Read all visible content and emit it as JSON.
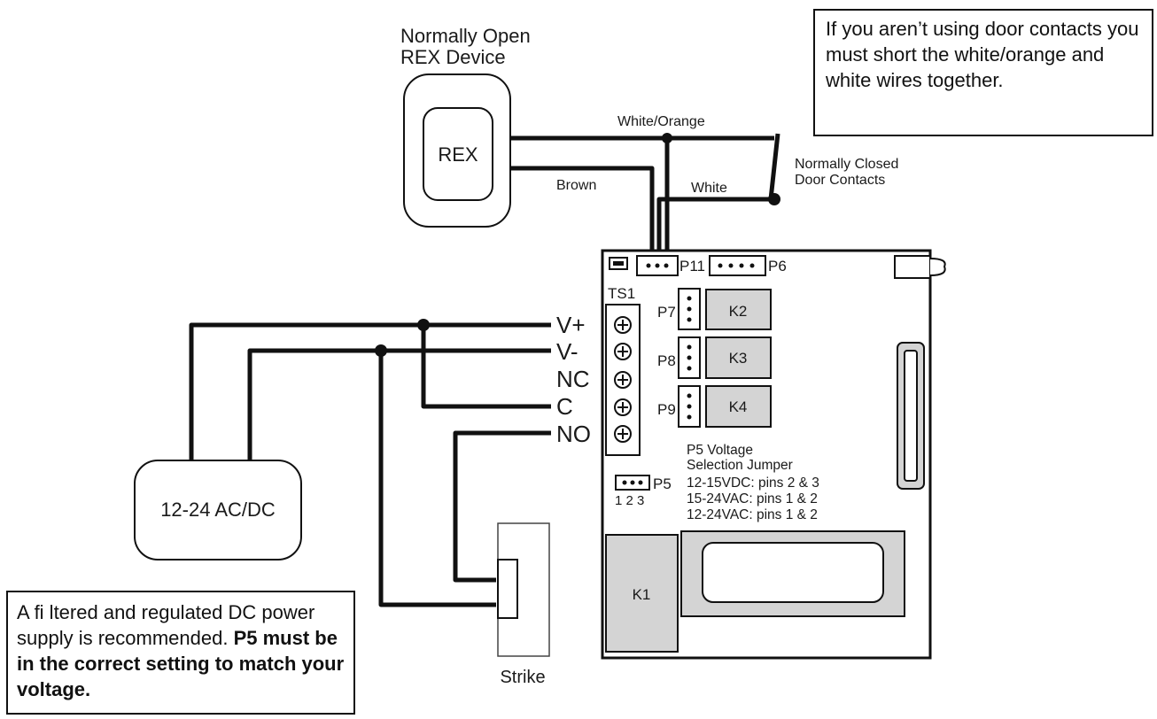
{
  "rex_title_line1": "Normally Open",
  "rex_title_line2": "REX Device",
  "rex_label": "REX",
  "wire_white_orange": "White/Orange",
  "wire_brown": "Brown",
  "wire_white": "White",
  "door_contacts_line1": "Normally Closed",
  "door_contacts_line2": "Door Contacts",
  "note_top": "If you aren’t using door contacts you must short the white/orange and white wires together.",
  "board": {
    "p11": "P11",
    "p6": "P6",
    "ts1": "TS1",
    "p7": "P7",
    "p8": "P8",
    "p9": "P9",
    "k2": "K2",
    "k3": "K3",
    "k4": "K4",
    "k1": "K1",
    "p5": "P5",
    "p5_pins": "1 2 3",
    "p5_note_line1": "P5 Voltage",
    "p5_note_line2": "Selection Jumper",
    "p5_note_line3": "12-15VDC: pins 2 & 3",
    "p5_note_line4": "15-24VAC: pins 1 & 2",
    "p5_note_line5": "12-24VAC: pins 1 & 2"
  },
  "terminals": [
    "V+",
    "V-",
    "NC",
    "C",
    "NO"
  ],
  "power_supply_label": "12-24 AC/DC",
  "strike_label": "Strike",
  "note_bottom_normal": "A fi ltered and regulated DC power supply is recommended.",
  "note_bottom_bold": "P5 must be in the correct setting to match your voltage."
}
